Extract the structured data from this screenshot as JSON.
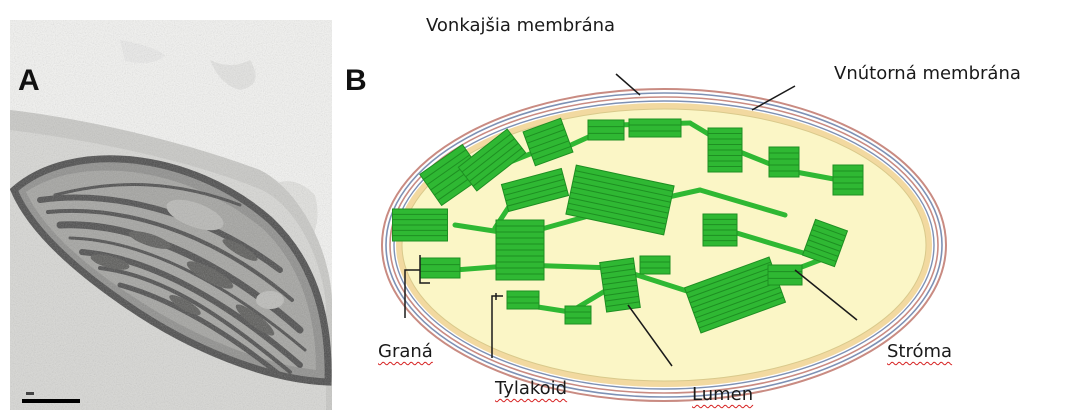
{
  "panels": {
    "a": "A",
    "b": "B"
  },
  "labels": {
    "outer_membrane": "Vonkajšia membrána",
    "inner_membrane": "Vnútorná membrána",
    "grana": "Graná",
    "thylakoid": "Tylakoid",
    "lumen": "Lumen",
    "stroma": "Stróma"
  },
  "colors": {
    "stroma_fill": "#fbf6c6",
    "grana_green": "#2fb833",
    "grana_dark": "#1e8f22",
    "membrane_outer": "#c98b82",
    "membrane_inner": "#7e91b4",
    "micrograph_gray": "#8c8c8c",
    "spell_underline": "#d62020"
  }
}
